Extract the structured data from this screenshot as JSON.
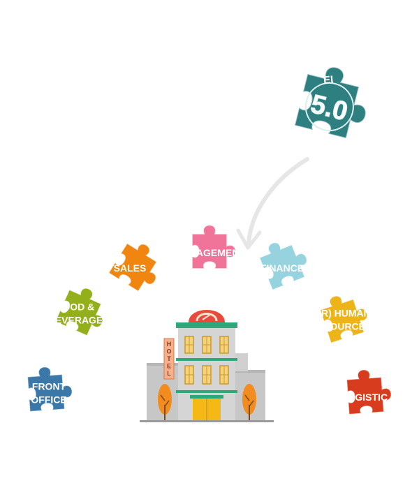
{
  "pieces": [
    {
      "id": "front-office",
      "lines": [
        "FRONT",
        "OFFICE"
      ],
      "color": "#3B78A8"
    },
    {
      "id": "food-beverage",
      "lines": [
        "FOOD &",
        "BEVERAGE"
      ],
      "color": "#93AF1A"
    },
    {
      "id": "sales",
      "lines": [
        "SALES"
      ],
      "color": "#F0860F"
    },
    {
      "id": "management",
      "lines": [
        "MANAGEMENT"
      ],
      "color": "#F07499"
    },
    {
      "id": "finance",
      "lines": [
        "FINANCE"
      ],
      "color": "#96D3DE"
    },
    {
      "id": "hr",
      "lines": [
        "(HR) HUMAN",
        "RESOURCES"
      ],
      "color": "#EDB41A"
    },
    {
      "id": "logistic",
      "lines": [
        "LOGISTIC"
      ],
      "color": "#D83C1F"
    }
  ],
  "ei_piece": {
    "prefix": "EI",
    "version": "5.0",
    "color": "#2E7F80"
  },
  "hotel": {
    "sign": "HOTEL",
    "colors": {
      "wall": "#CFCFCF",
      "door": "#F4B914",
      "dome": "#E9493A",
      "trim": "#2FA77A",
      "tree": "#F28C1E"
    }
  }
}
